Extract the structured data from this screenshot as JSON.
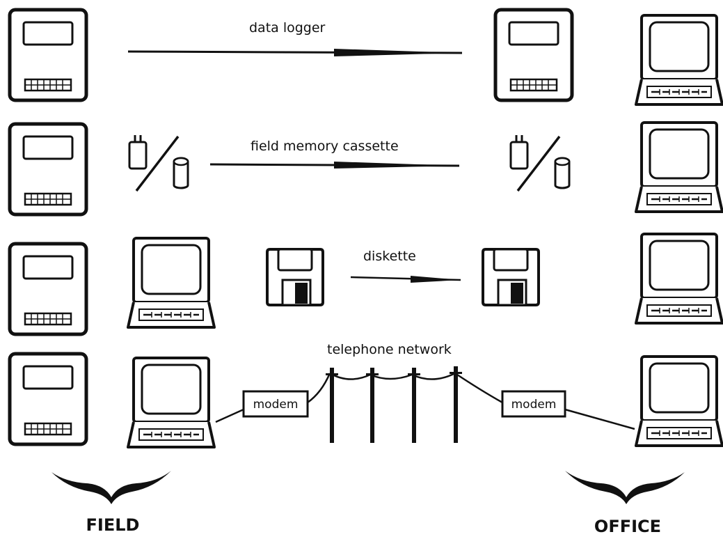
{
  "rows": [
    {
      "id": "data-logger",
      "label": "data logger"
    },
    {
      "id": "field-memory-cassette",
      "label": "field memory cassette"
    },
    {
      "id": "diskette",
      "label": "diskette"
    },
    {
      "id": "telephone-network",
      "label": "telephone network"
    }
  ],
  "modem": {
    "field_label": "modem",
    "office_label": "modem"
  },
  "sides": {
    "field_label": "FIELD",
    "office_label": "OFFICE"
  },
  "colors": {
    "ink": "#111111",
    "paper": "#ffffff"
  }
}
